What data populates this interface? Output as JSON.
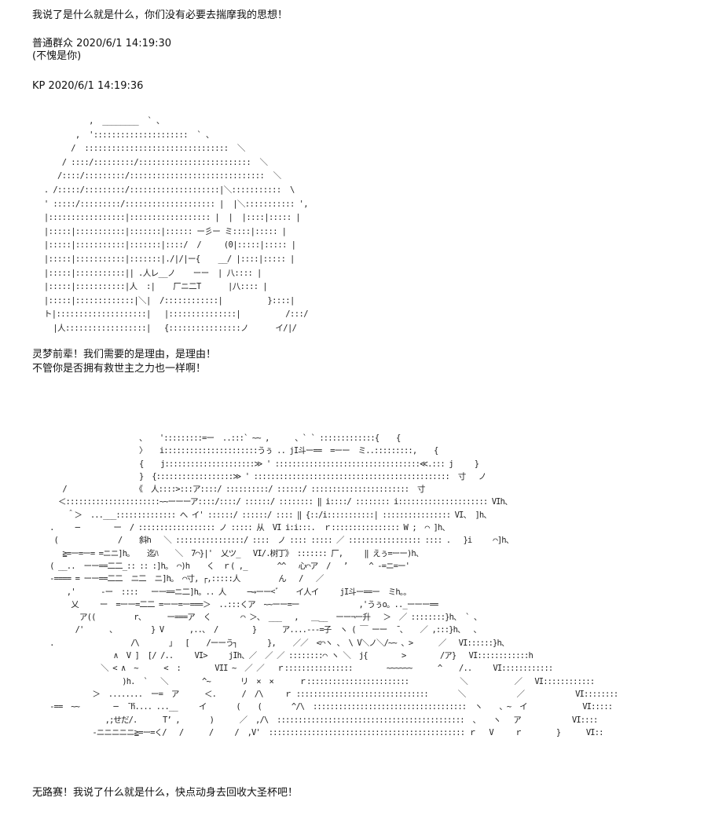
{
  "lines": {
    "l1": "我说了是什么就是什么，你们没有必要去揣摩我的思想！",
    "l2": "普通群众 2020/6/1 14:19:30",
    "l3": "(不愧是你)",
    "l4": "KP 2020/6/1 14:19:36",
    "l5": "灵梦前辈！我们需要的是理由，是理由！",
    "l6": "不管你是否拥有救世主之力也一样啊！",
    "l7": "无路赛！我说了什么就是什么，快点动身去回收大圣杯吧！"
  },
  "art": {
    "a1": "              ,  ________  ` 、\n           ,  ':::::::::::::::::::::  ` 、\n          /  ::::::::::::::::::::::::::::::::  ＼\n        / ::::/:::::::::/:::::::::::::::::::::::::  ＼\n       /::::/:::::::::/::::::::::::::::::::::::::::::  ＼\n    . /:::::/:::::::::/::::::::::::::::::::|＼:::::::::::  \\\n    ' :::::/:::::::::/:::::::::::::::::::: |  |＼::::::::::: ',\n    |:::::::::::::::::|:::::::::::::::::: |  |  |::::|::::: |\n    |:::::|:::::::::::|:::::::|:::::: ー彡ー ミ::::|::::: |\n    |:::::|:::::::::::|:::::::|::::/  /     (0|:::::|::::: |\n    |:::::|:::::::::::|:::::::|./|/|ー{    __/ |::::|::::: |\n    |:::::|:::::::::::|| .人レ__ノ    ーー  | 八:::: |\n    |:::::|:::::::::::|人  :|    厂ニ二T      |八:::: |\n    |:::::|:::::::::::::|＼|  /::::::::::::|          }::::|\n    ト|::::::::::::::::::::|   |:::::::::::::::|          /:::/\n      |人::::::::::::::::::|   {::::::::::::::::ノ      イ/|/",
    "a2": "                          、   ':::::::::=ー  ..:::` ~~ ,      、` ` :::::::::::::{    {\n                          〉   i::::::::::::::::::::::うぅ .. jI斗ー==  =ーー  ミ..:::::::::,    {\n                          {    j:::::::::::::::::::::≫ ' ::::::::::::::::::::::::::::::::::≪.::: j     }\n                          }  {::::::::::::::::::≫ ' ::::::::::::::::::::::::::::::::::::::::::::::  寸   ノ\n        /                《  人::::>:::ア::::/ ::::::::::/ ::::::/ :::::::::::::::::::::::  寸\n       ＜::::::::::::::::::::::~~ーーーア::::/::::/ ::::::/ :::::::: ‖ i::::/ :::::::: i::::::::::::::::::::: VIh、\n         ＾＞  ...___:::::::::::::: へ イ' ::::::/ ::::::/ :::: ‖ {::/i:::::::::::| :::::::::::::::: VI、 ]h、\n     .     ─        ー  / :::::::::::::::::: ノ ::::: 从  VI i:i:::.  ｒ:::::::::::::::: W ;  ⌒ ]h、\n      (              /    斜h   ＼ ::::::::::::::::/ ::::  ノ :::: ::::: ／ ::::::::::::::::: :::: .   }i     ⌒]h、\n        ≧=ー=ー= =ニニ]h。   迄ﾊ    ＼  7⌒}|'  乂ツ_   VI/.树丁》 ::::::: 厂,     ‖ えぅ=ーー)h、\n     ( __..  ーー==二二_:: :: :]h。 ⌒)h    く  ｒ( ,_       ^^   心⌒ア  /   ’     ^ -=ニ=ー'\n     -==== = ーー==二二  ニ二  ニ]h。 ⌒寸, ┌,:::::人         ん   /   ／\n         ,'      -ー  ::::   ーー==ニ二]h。.. 人     ─⇒ーー<ﾞ    イ人イ     jI斗ー==ー  ミh。。\n          乂     ー  =ーー=二二 =ーー=ー===＞  ..:::くア  ~~ーー=ー              ,'うぅo。.._ーーー==\n            ア((         r、     ー===ア  く       ⌒ ＞、 ___   ,   ＿__  ーー¬ー升   ＞  ／ ::::::::}h、 ` 、\n           /'      、        } V      ,..、 /        }      ア....---=子  ヽ ( ￣ ーー  ̄ 、   ／ ,:::}h、  、\n     .                  /\\       」  [    /ーーう┐       },    ／／  <⌒ヽ 、 \\ V＼ノ＼/~~ 、>      ／   VI::::::}h、\n                    ∧  V ]  [/ /..     VI>     jIh、／  ／ ／ ::::::::⌒ ヽ ＼  j{        >        /ア}   VI::::::::::::h\n                 ＼ < ∧  ~      <  :        VII ~  ／ ／   ｒ::::::::::::::::        ~~~~~~      ^    /..     VI::::::::::::\n                      )h.  `   ＼        ^~       リ  ×  ×      ｒ::::::::::::::::::::::::            ＼           ／   VI::::::::::::\n               ＞  ........  ー=  ア      ＜.      /  /\\     ｒ :::::::::::::::::::::::::::::::       ＼            ／            VI::::::::\n     -==  ~~        ─  ̄ ̄h.... ...__     イ       (    (       ^/\\  ::::::::::::::::::::::::::::::::::::  ヽ    、~  イ             VI:::::\n                  ,;せだ/.      T’ ,       )      ／  ,/\\  ::::::::::::::::::::::::::::::::::::::::::::  、   ヽ   ア            VI::::\n               -ニニニニニ≧=ー=く/   /      /     /  ,V'  :::::::::::::::::::::::::::::::::::::::::::::: ｒ   V     ｒ        }      VI::"
  }
}
